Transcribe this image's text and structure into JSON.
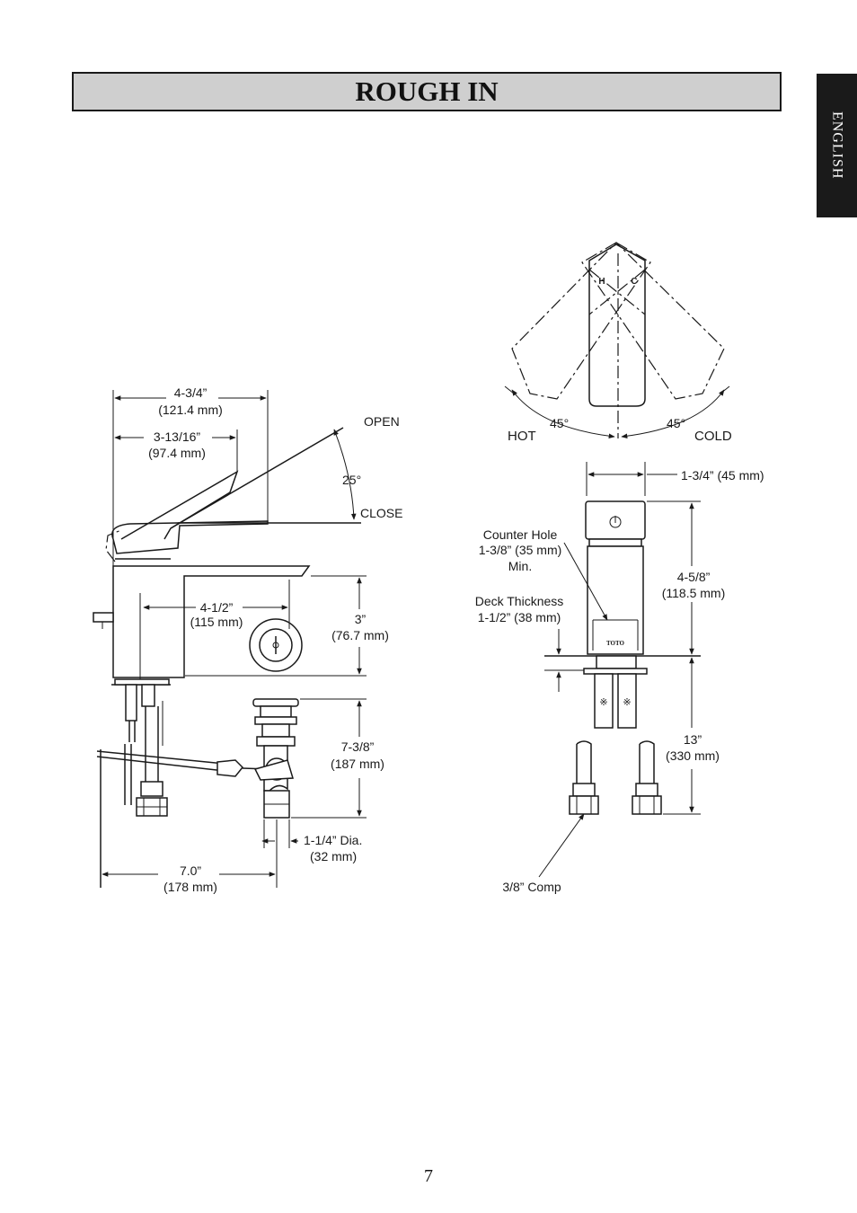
{
  "header": {
    "title": "ROUGH IN"
  },
  "side_tab": {
    "label": "ENGLISH"
  },
  "side_view": {
    "dim_lever_len": "4-3/4”",
    "dim_lever_len_mm": "(121.4 mm)",
    "dim_lever_short": "3-13/16”",
    "dim_lever_short_mm": "(97.4 mm)",
    "open_label": "OPEN",
    "angle_label": "25°",
    "close_label": "CLOSE",
    "dim_spout": "4-1/2”",
    "dim_spout_mm": "(115 mm)",
    "dim_height": "3”",
    "dim_height_mm": "(76.7 mm)",
    "dim_drain": "7-3/8”",
    "dim_drain_mm": "(187 mm)",
    "dim_drain_dia": "1-1/4” Dia.",
    "dim_drain_dia_mm": "(32 mm)",
    "dim_rod": "7.0”",
    "dim_rod_mm": "(178 mm)"
  },
  "top_view": {
    "hot_label": "HOT",
    "cold_label": "COLD",
    "angle_left": "45°",
    "angle_right": "45°",
    "h_mark": "H",
    "c_mark": "C"
  },
  "front_view": {
    "dim_width": "1-3/4” (45 mm)",
    "counter_hole_1": "Counter Hole",
    "counter_hole_2": "1-3/8” (35 mm)",
    "counter_hole_3": "Min.",
    "deck_1": "Deck Thickness",
    "deck_2": "1-1/2” (38 mm)",
    "dim_body": "4-5/8”",
    "dim_body_mm": "(118.5 mm)",
    "dim_supply": "13”",
    "dim_supply_mm": "(330 mm)",
    "comp_label": "3/8” Comp",
    "brand": "TOTO"
  },
  "footer": {
    "page_number": "7"
  }
}
